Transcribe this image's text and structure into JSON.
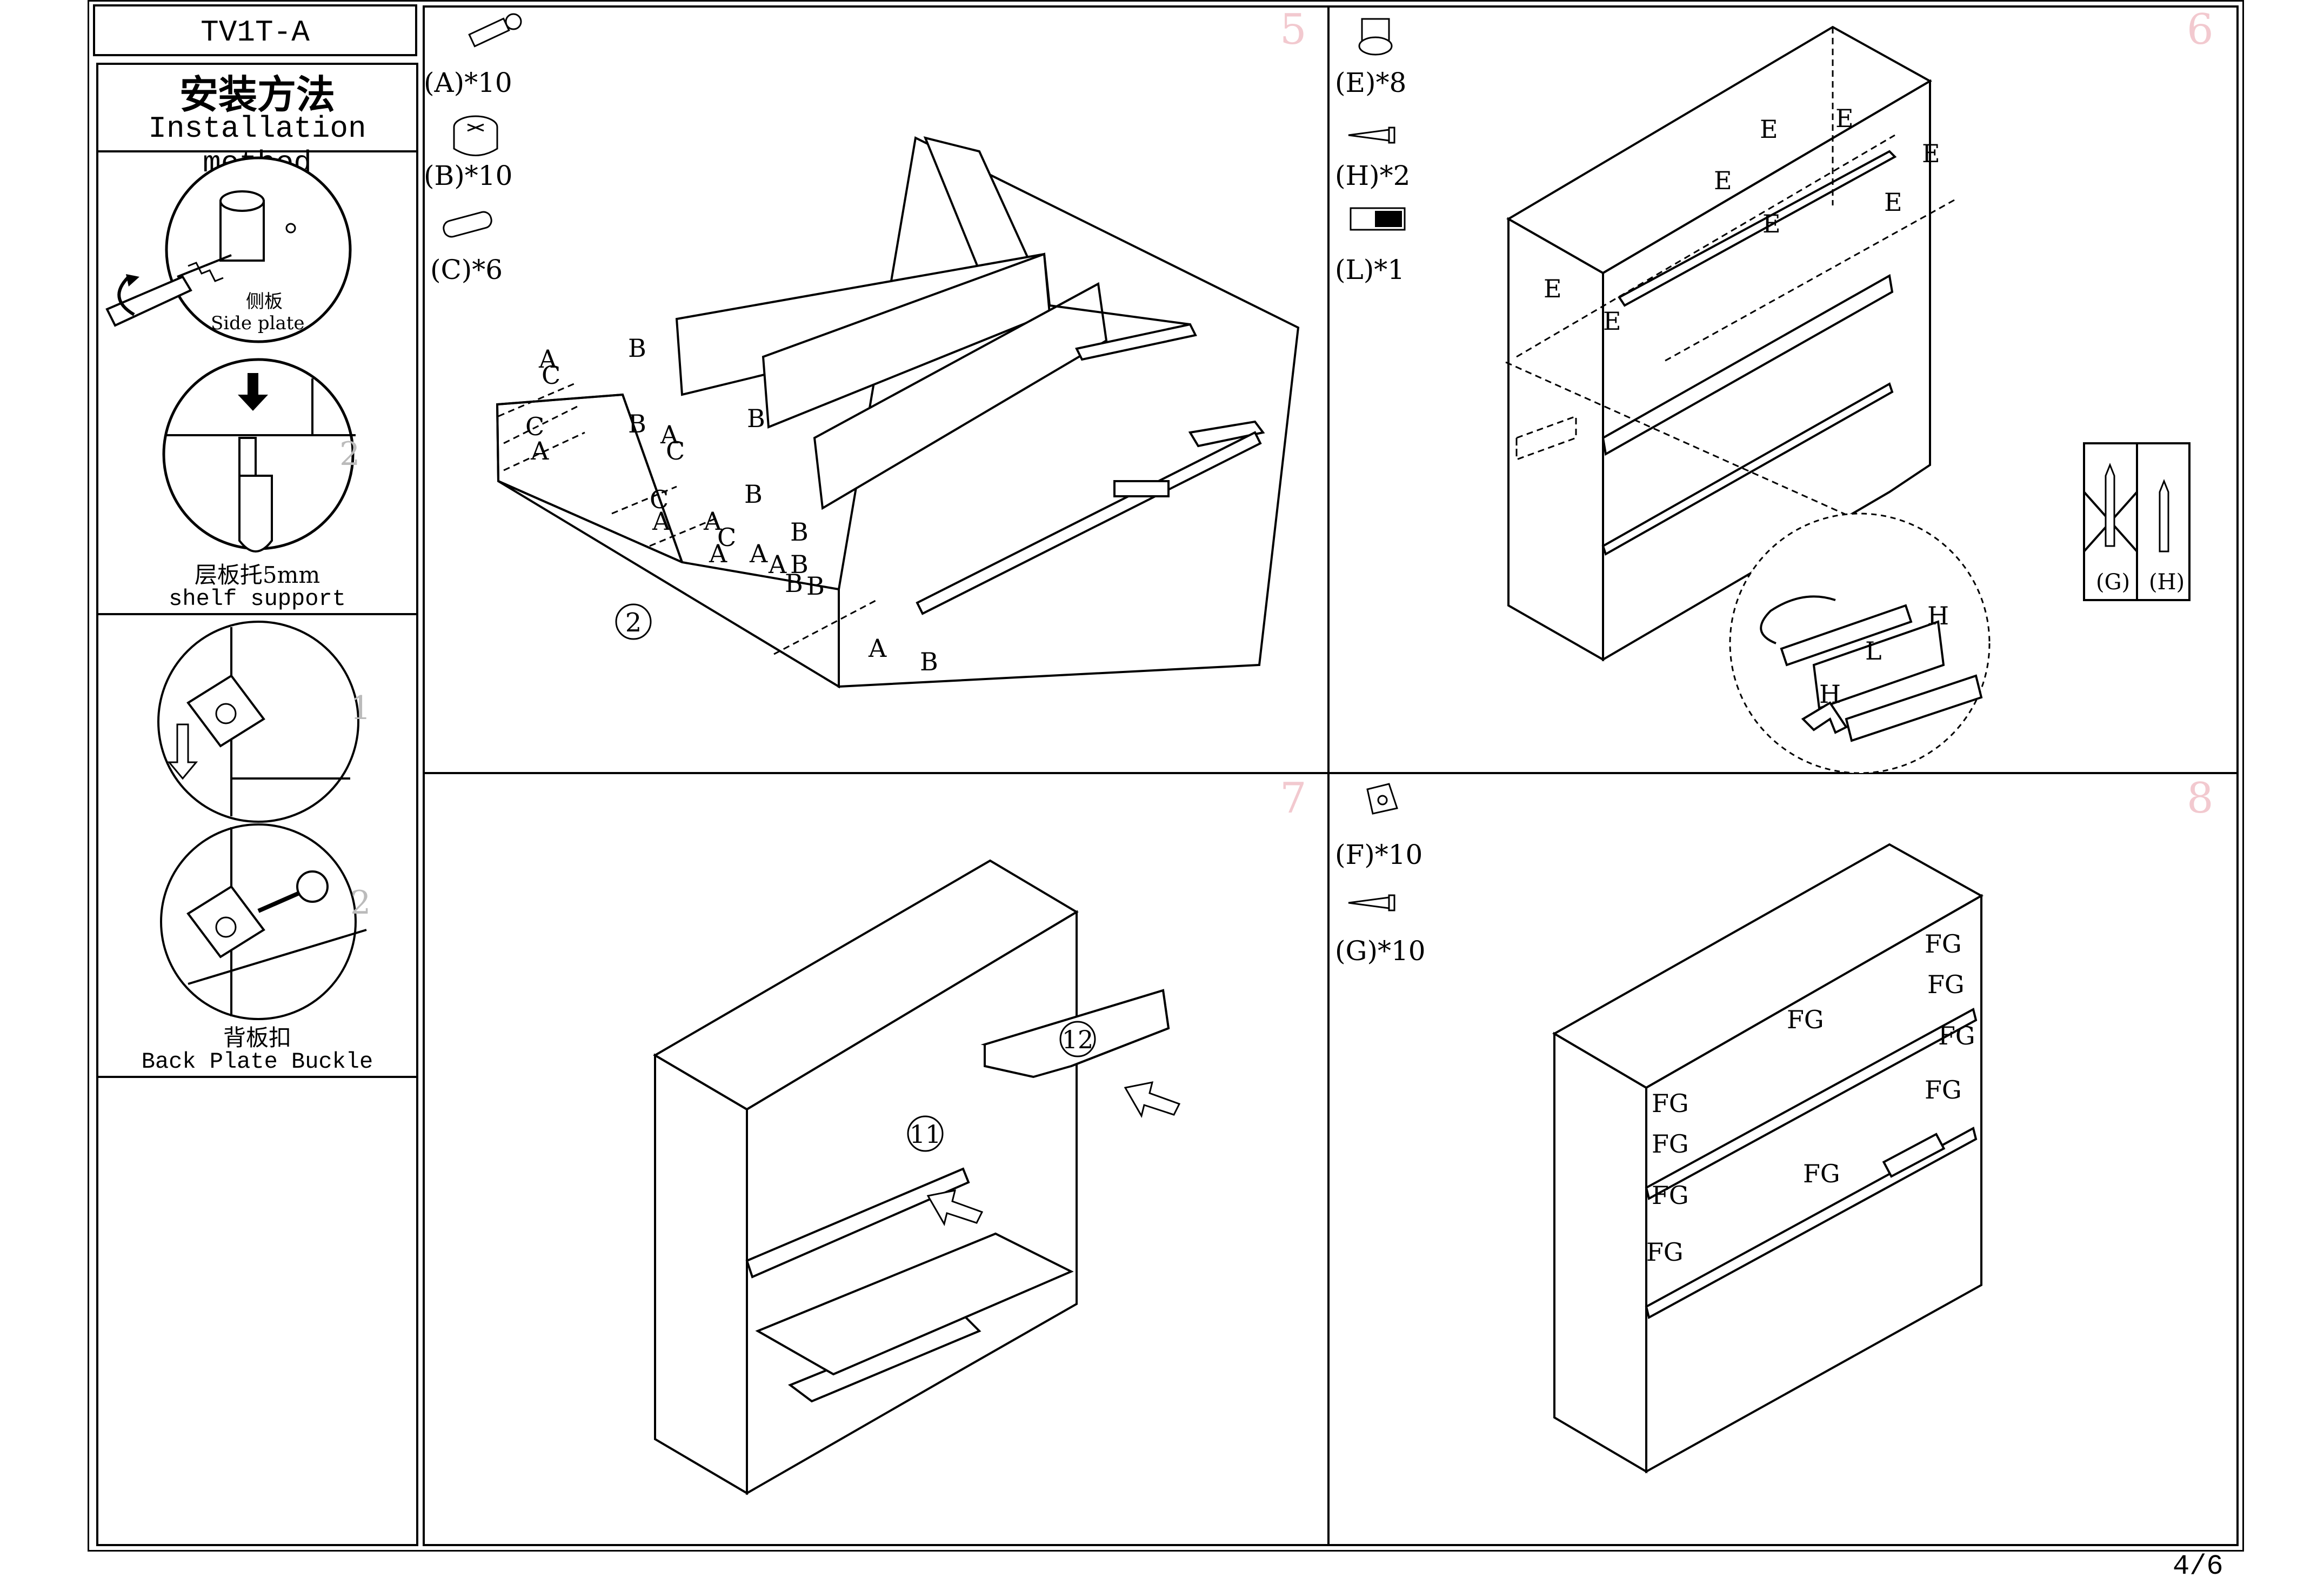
{
  "model": "TV1T-A",
  "sidebar": {
    "title_cn": "安装方法",
    "title_en": "Installation method",
    "cam_label_cn": "侧板",
    "cam_label_en": "Side plate",
    "shelf_cn": "层板托5mm",
    "shelf_en": "shelf support",
    "buckle_cn": "背板扣",
    "buckle_en": "Back Plate Buckle"
  },
  "steps": {
    "s5": {
      "num": "5",
      "parts": [
        "(A)*10",
        "(B)*10",
        "(C)*6"
      ],
      "panel_label": "2",
      "letters": [
        "A",
        "B",
        "C"
      ]
    },
    "s6": {
      "num": "6",
      "parts": [
        "(E)*8",
        "(H)*2",
        "(L)*1"
      ],
      "letters": [
        "E",
        "H",
        "L"
      ],
      "screw_choice": [
        "(G)",
        "(H)"
      ]
    },
    "s7": {
      "num": "7",
      "panels": [
        "11",
        "12"
      ]
    },
    "s8": {
      "num": "8",
      "parts": [
        "(F)*10",
        "(G)*10"
      ],
      "letters": [
        "FG"
      ]
    }
  },
  "page": "4/6"
}
